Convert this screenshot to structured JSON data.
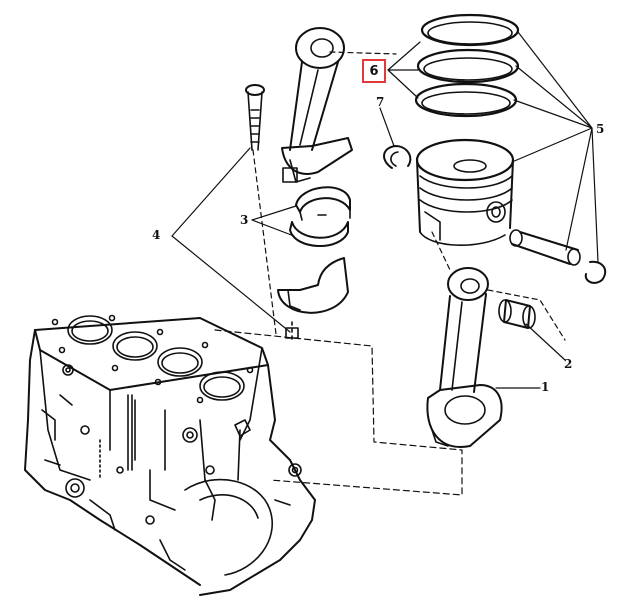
{
  "callouts": {
    "c1": "1",
    "c2": "2",
    "c3": "3",
    "c4": "4",
    "c5": "5",
    "c6": "6",
    "c7": "7"
  },
  "highlight_color": "#e03a3a",
  "line_color": "#111111"
}
